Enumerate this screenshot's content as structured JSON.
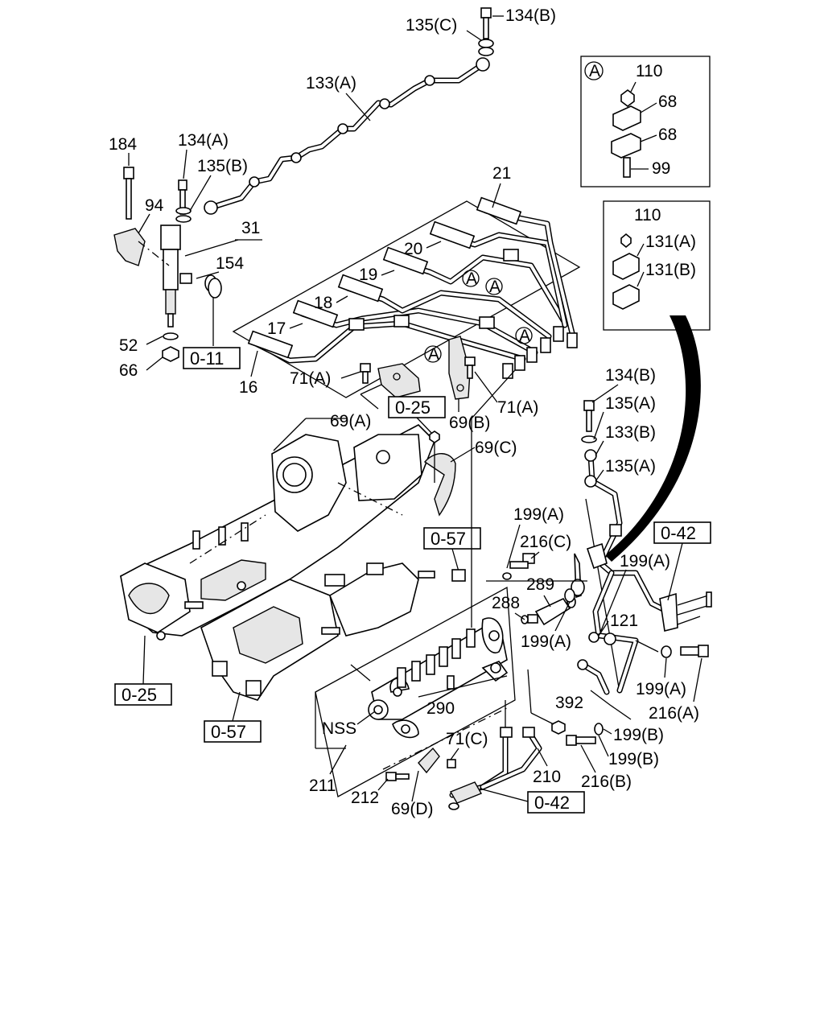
{
  "labels": {
    "l135C": "135(C)",
    "l134B_top": "134(B)",
    "l133A": "133(A)",
    "l184": "184",
    "l134A": "134(A)",
    "l135B": "135(B)",
    "l94": "94",
    "l31": "31",
    "l154": "154",
    "l21": "21",
    "l20": "20",
    "l19": "19",
    "l18": "18",
    "l17": "17",
    "l16": "16",
    "l52": "52",
    "l66": "66",
    "l71A_1": "71(A)",
    "l71A_2": "71(A)",
    "l69A": "69(A)",
    "l69B": "69(B)",
    "l69C": "69(C)",
    "l134B_r": "134(B)",
    "l135A_1": "135(A)",
    "l133B": "133(B)",
    "l135A_2": "135(A)",
    "l199A_1": "199(A)",
    "l216C": "216(C)",
    "l289": "289",
    "l288": "288",
    "l199A_2": "199(A)",
    "l199A_3": "199(A)",
    "l121": "121",
    "l199A_4": "199(A)",
    "l216A": "216(A)",
    "l392": "392",
    "l199B_1": "199(B)",
    "l199B_2": "199(B)",
    "l216B": "216(B)",
    "l290": "290",
    "lNSS": "NSS",
    "l71C": "71(C)",
    "l210": "210",
    "l211": "211",
    "l212": "212",
    "l69D": "69(D)",
    "lA_main": "A",
    "l110_1": "110",
    "l68_1": "68",
    "l68_2": "68",
    "l99": "99",
    "l110_2": "110",
    "l131A": "131(A)",
    "l131B": "131(B)",
    "lA1": "A",
    "lA2": "A",
    "lA3": "A",
    "lA4": "A"
  },
  "refs": {
    "r011": "0-11",
    "r025_top": "0-25",
    "r057_mid": "0-57",
    "r042_r": "0-42",
    "r025_left": "0-25",
    "r057_bot": "0-57",
    "r042_bot": "0-42"
  }
}
